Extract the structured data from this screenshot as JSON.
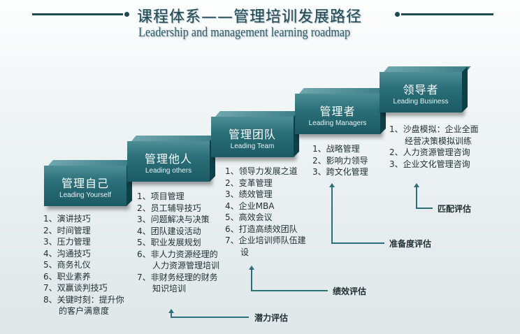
{
  "header": {
    "title": "课程体系——管理培训发展路径",
    "subtitle": "Leadership and management learning roadmap"
  },
  "stages": [
    {
      "cn": "管理自己",
      "en": "Leading Yourself",
      "items": [
        "1、演讲技巧",
        "2、时间管理",
        "3、压力管理",
        "4、沟通技巧",
        "5、商务礼仪",
        "6、职业素养",
        "7、双赢谈判技巧",
        "8、关键时刻：提升你的客户满意度"
      ]
    },
    {
      "cn": "管理他人",
      "en": "Leading others",
      "items": [
        "1、项目管理",
        "2、员工辅导技巧",
        "3、问题解决与决策",
        "4、团队建设活动",
        "5、职业发展规划",
        "6、非人力资源经理的人力资源管理培训",
        "7、非财务经理的财务知识培训"
      ]
    },
    {
      "cn": "管理团队",
      "en": "Leading Team",
      "items": [
        "1、领导力发展之道",
        "2、变革管理",
        "3、绩效管理",
        "4、企业MBA",
        "5、高效会议",
        "6、打造高绩效团队",
        "7、企业培训师队伍建设"
      ]
    },
    {
      "cn": "管理者",
      "en": "Leading Managers",
      "items": [
        "1、战略管理",
        "2、影响力领导",
        "3、跨文化管理"
      ]
    },
    {
      "cn": "领导者",
      "en": "Leading Business",
      "items": [
        "1、沙盘模拟：企业全面经营决策模拟训练",
        "2、人力资源管理咨询",
        "3、企业文化管理咨询"
      ]
    }
  ],
  "evaluations": [
    "潜力评估",
    "绩效评估",
    "准备度评估",
    "匹配评估"
  ]
}
